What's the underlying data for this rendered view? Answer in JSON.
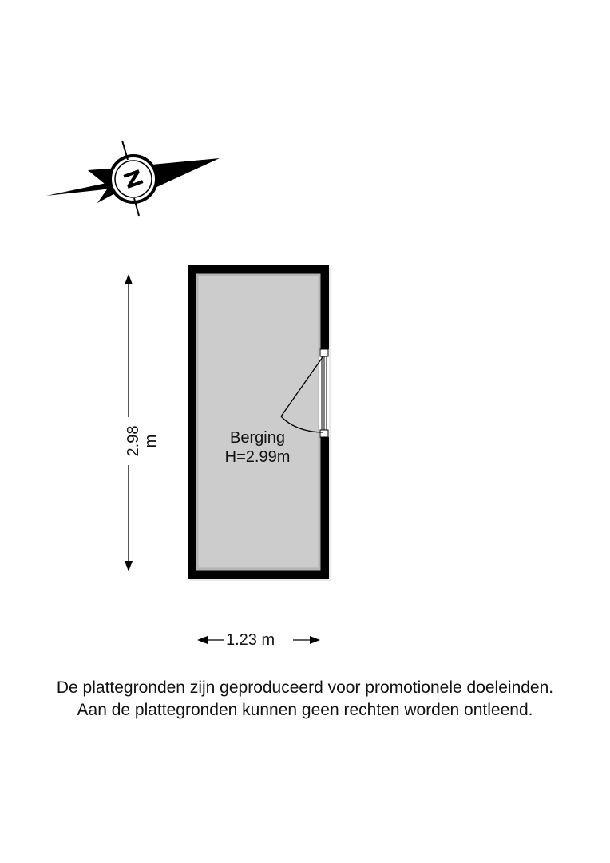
{
  "floorplan": {
    "room": {
      "name": "Berging",
      "height_label": "H=2.99m",
      "floor_color": "#cccccc",
      "wall_color": "#000000"
    },
    "dimensions": {
      "vertical": "2.98 m",
      "horizontal": "1.23 m"
    },
    "compass": {
      "icon": "north-compass-icon",
      "letter": "N"
    }
  },
  "disclaimer": {
    "line1": "De plattegronden zijn geproduceerd voor promotionele doeleinden.",
    "line2": "Aan de plattegronden kunnen geen rechten worden ontleend."
  }
}
